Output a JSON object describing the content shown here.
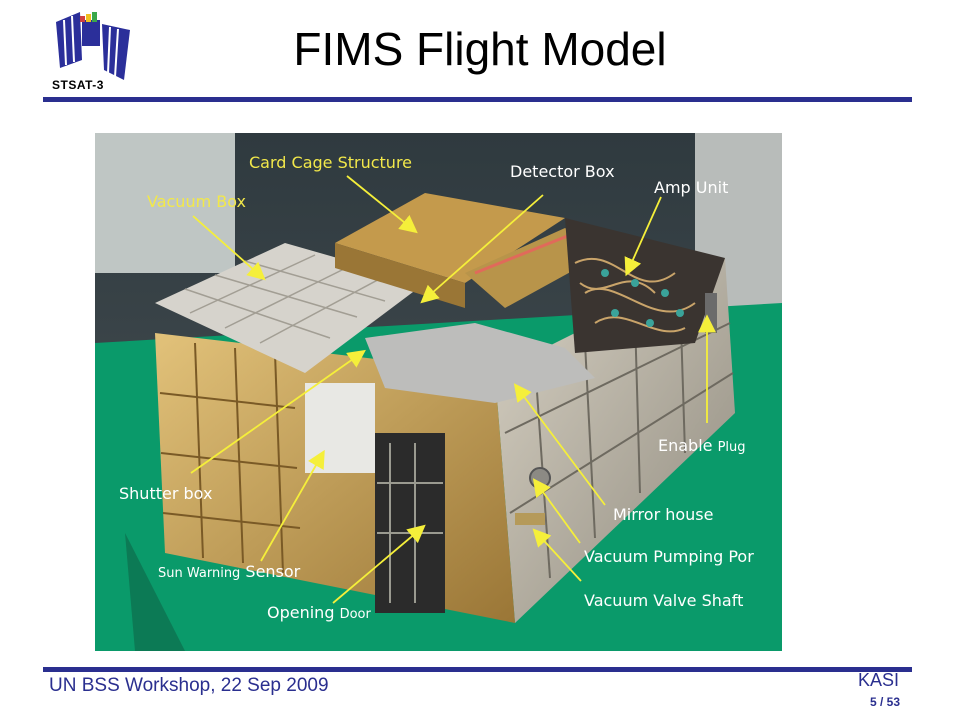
{
  "header": {
    "title": "FIMS Flight Model",
    "logo_caption": "STSAT-3"
  },
  "footer": {
    "event": "UN BSS Workshop, 22 Sep 2009",
    "org": "KASI",
    "page": "5 / 53"
  },
  "photo": {
    "labels": {
      "card_cage": "Card Cage Structure",
      "vacuum_box": "Vacuum Box",
      "detector_box": "Detector Box",
      "amp_unit": "Amp Unit",
      "enable": "Enable",
      "enable_plug": "Plug",
      "shutter_box": "Shutter box",
      "mirror_house": "Mirror house",
      "sun_warning": "Sun Warning",
      "sensor": "Sensor",
      "vacuum_pumping_port": "Vacuum Pumping Por",
      "opening": "Opening",
      "door": "Door",
      "vacuum_valve_shaft": "Vacuum Valve Shaft"
    }
  },
  "colors": {
    "rule": "#2a2f8f",
    "label_yellow": "#f2e84a",
    "arrow": "#f5ef3a",
    "table_green": "#0a9a6a"
  }
}
